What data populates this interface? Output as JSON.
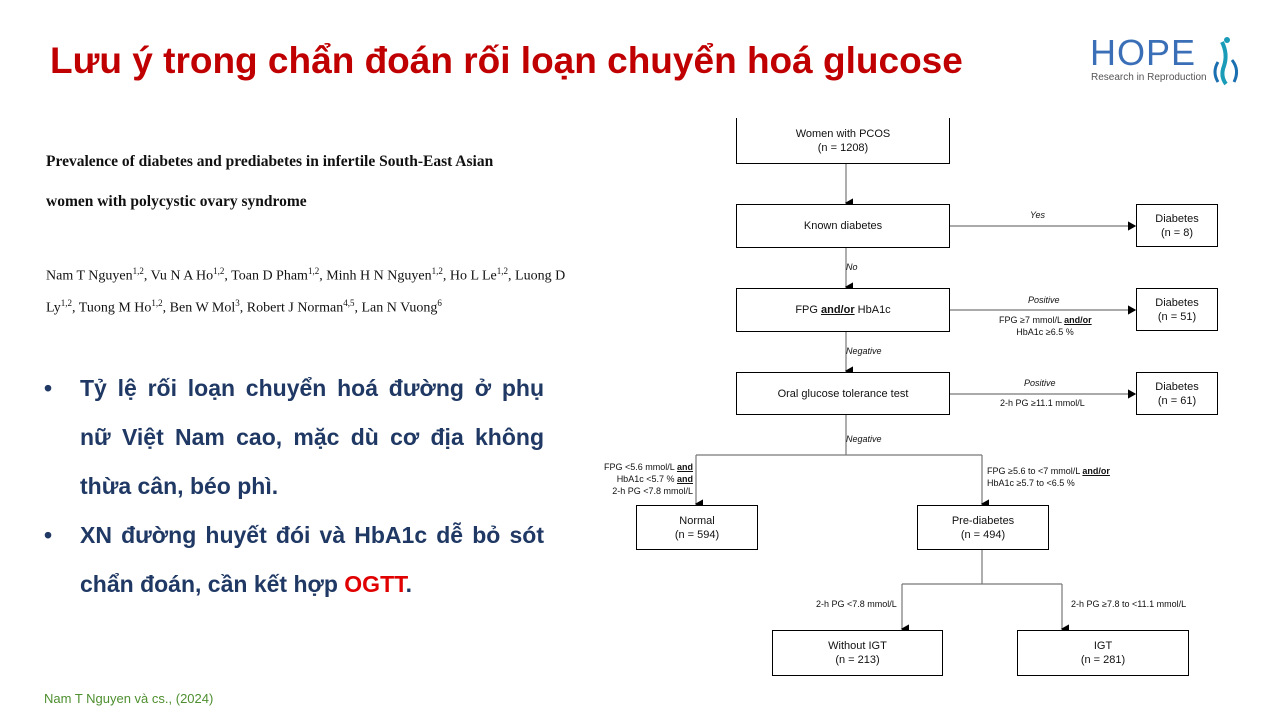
{
  "title": "Lưu ý trong chẩn đoán rối loạn chuyển hoá glucose",
  "logo": {
    "word": "HOPE",
    "tagline": "Research in Reproduction"
  },
  "paper": {
    "title_line1": "Prevalence of diabetes and prediabetes in infertile South-East Asian",
    "title_line2": "women with polycystic ovary syndrome"
  },
  "authors": [
    {
      "name": "Nam T Nguyen",
      "aff": "1,2"
    },
    {
      "name": "Vu N A Ho",
      "aff": "1,2"
    },
    {
      "name": "Toan D Pham",
      "aff": "1,2"
    },
    {
      "name": "Minh H N Nguyen",
      "aff": "1,2"
    },
    {
      "name": "Ho L Le",
      "aff": "1,2"
    },
    {
      "name": "Luong D Ly",
      "aff": "1,2"
    },
    {
      "name": "Tuong M Ho",
      "aff": "1,2"
    },
    {
      "name": "Ben W Mol",
      "aff": "3"
    },
    {
      "name": "Robert J Norman",
      "aff": "4,5"
    },
    {
      "name": "Lan N Vuong",
      "aff": "6"
    }
  ],
  "bullets": [
    {
      "text": "Tỷ lệ rối loạn chuyển hoá đường ở phụ nữ Việt Nam cao, mặc dù cơ địa không thừa cân, béo phì."
    },
    {
      "text": "XN đường huyết đói và HbA1c dễ bỏ sót chẩn đoán, cần kết hợp ",
      "highlight": "OGTT",
      "end": "."
    }
  ],
  "citation": "Nam T Nguyen và cs., (2024)",
  "flow": {
    "women": {
      "label": "Women with PCOS",
      "n": "(n = 1208)"
    },
    "known": {
      "label": "Known diabetes"
    },
    "yes": "Yes",
    "no": "No",
    "diab1": {
      "label": "Diabetes",
      "n": "(n = 8)"
    },
    "fpg": {
      "a": "FPG ",
      "b": "and/or",
      "c": " HbA1c"
    },
    "pos1": "Positive",
    "pos1_c1a": "FPG ≥7 mmol/L ",
    "pos1_c1b": "and/or",
    "pos1_c2": "HbA1c ≥6.5 %",
    "diab2": {
      "label": "Diabetes",
      "n": "(n = 51)"
    },
    "neg1": "Negative",
    "ogtt": {
      "label": "Oral glucose tolerance test"
    },
    "pos2": "Positive",
    "pos2_c": "2-h PG ≥11.1 mmol/L",
    "diab3": {
      "label": "Diabetes",
      "n": "(n = 61)"
    },
    "neg2": "Negative",
    "normal_c1a": "FPG <5.6 mmol/L ",
    "normal_c2a": "HbA1c <5.7 % ",
    "and": "and",
    "normal_c3": "2-h PG <7.8 mmol/L",
    "pre_c1a": "FPG ≥5.6 to <7 mmol/L ",
    "pre_c1b": "and/or",
    "pre_c2": "HbA1c ≥5.7 to <6.5 %",
    "normal": {
      "label": "Normal",
      "n": "(n = 594)"
    },
    "pre": {
      "label": "Pre-diabetes",
      "n": "(n = 494)"
    },
    "noigt_c": "2-h PG <7.8 mmol/L",
    "igt_c": "2-h PG ≥7.8 to <11.1 mmol/L",
    "noigt": {
      "label": "Without IGT",
      "n": "(n = 213)"
    },
    "igt": {
      "label": "IGT",
      "n": "(n = 281)"
    }
  },
  "colors": {
    "title": "#c00000",
    "bullet": "#1f3864",
    "highlight": "#e00000",
    "citation": "#4e8f2f",
    "logo": "#3a6fb7"
  }
}
